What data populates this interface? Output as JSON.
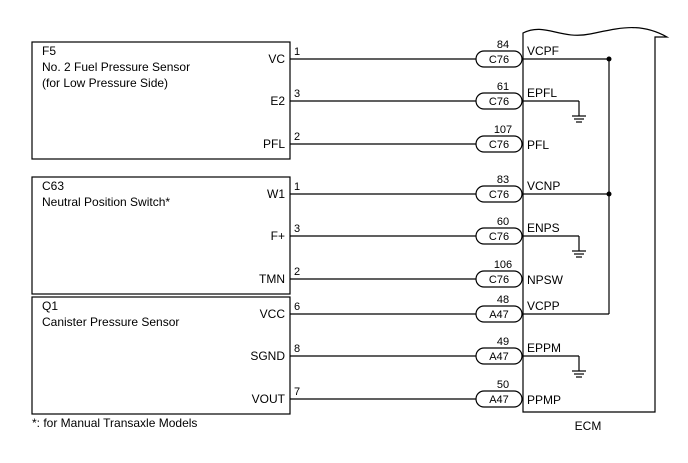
{
  "footnote": "*: for Manual Transaxle Models",
  "ecm": {
    "label": "ECM"
  },
  "components": [
    {
      "id": "F5",
      "name_lines": [
        "No. 2 Fuel Pressure Sensor",
        "(for Low Pressure Side)"
      ],
      "wires": [
        {
          "terminal": "VC",
          "pin": "1",
          "ecm_pin": "84",
          "connector": "C76",
          "ecm_terminal": "VCPF",
          "tie": "vcc-bus"
        },
        {
          "terminal": "E2",
          "pin": "3",
          "ecm_pin": "61",
          "connector": "C76",
          "ecm_terminal": "EPFL",
          "tie": "ground"
        },
        {
          "terminal": "PFL",
          "pin": "2",
          "ecm_pin": "107",
          "connector": "C76",
          "ecm_terminal": "PFL",
          "tie": ""
        }
      ]
    },
    {
      "id": "C63",
      "name_lines": [
        "Neutral Position Switch*"
      ],
      "wires": [
        {
          "terminal": "W1",
          "pin": "1",
          "ecm_pin": "83",
          "connector": "C76",
          "ecm_terminal": "VCNP",
          "tie": "vcc-bus"
        },
        {
          "terminal": "F+",
          "pin": "3",
          "ecm_pin": "60",
          "connector": "C76",
          "ecm_terminal": "ENPS",
          "tie": "ground"
        },
        {
          "terminal": "TMN",
          "pin": "2",
          "ecm_pin": "106",
          "connector": "C76",
          "ecm_terminal": "NPSW",
          "tie": ""
        }
      ]
    },
    {
      "id": "Q1",
      "name_lines": [
        "Canister Pressure Sensor"
      ],
      "wires": [
        {
          "terminal": "VCC",
          "pin": "6",
          "ecm_pin": "48",
          "connector": "A47",
          "ecm_terminal": "VCPP",
          "tie": "vcc-bus"
        },
        {
          "terminal": "SGND",
          "pin": "8",
          "ecm_pin": "49",
          "connector": "A47",
          "ecm_terminal": "EPPM",
          "tie": "ground"
        },
        {
          "terminal": "VOUT",
          "pin": "7",
          "ecm_pin": "50",
          "connector": "A47",
          "ecm_terminal": "PPMP",
          "tie": ""
        }
      ]
    }
  ]
}
